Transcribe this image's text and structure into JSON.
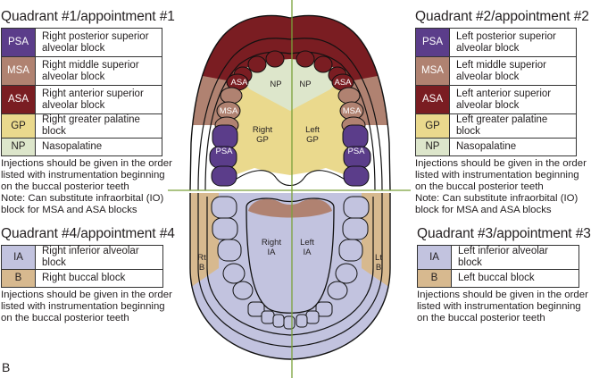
{
  "colors": {
    "PSA": "#5b3d8a",
    "MSA": "#b08271",
    "ASA": "#7a1d22",
    "GP": "#ead98d",
    "NP": "#dde6cb",
    "IA": "#c2c3df",
    "B": "#d7b98f",
    "midline": "#7aa13a"
  },
  "quadrants": [
    {
      "id": "q1",
      "title": "Quadrant #1/appointment #1",
      "rows": [
        {
          "code": "PSA",
          "label": "Right posterior superior alveolar block"
        },
        {
          "code": "MSA",
          "label": "Right middle superior alveolar block"
        },
        {
          "code": "ASA",
          "label": "Right anterior superior alveolar block"
        },
        {
          "code": "GP",
          "label": "Right greater palatine block"
        },
        {
          "code": "NP",
          "label": "Nasopalatine"
        }
      ],
      "notes": [
        "Injections should be given in the order",
        "listed with instrumentation beginning",
        "on the buccal posterior teeth",
        "Note: Can substitute infraorbital (IO)",
        "block for MSA and ASA blocks"
      ]
    },
    {
      "id": "q2",
      "title": "Quadrant #2/appointment #2",
      "rows": [
        {
          "code": "PSA",
          "label": "Left posterior superior alveolar block"
        },
        {
          "code": "MSA",
          "label": "Left middle superior alveolar block"
        },
        {
          "code": "ASA",
          "label": "Left anterior superior alveolar block"
        },
        {
          "code": "GP",
          "label": "Left greater palatine block"
        },
        {
          "code": "NP",
          "label": "Nasopalatine"
        }
      ],
      "notes": [
        "Injections should be given in the order",
        "listed with instrumentation beginning",
        "on the buccal posterior teeth",
        "Note: Can substitute infraorbital (IO)",
        "block for MSA and ASA blocks"
      ]
    },
    {
      "id": "q4",
      "title": "Quadrant #4/appointment #4",
      "rows": [
        {
          "code": "IA",
          "label": "Right inferior alveolar block"
        },
        {
          "code": "B",
          "label": "Right buccal block"
        }
      ],
      "notes": [
        "Injections should be given in the order",
        "listed with instrumentation beginning",
        "on the buccal posterior teeth"
      ]
    },
    {
      "id": "q3",
      "title": "Quadrant #3/appointment #3",
      "rows": [
        {
          "code": "IA",
          "label": "Left inferior alveolar block"
        },
        {
          "code": "B",
          "label": "Left buccal block"
        }
      ],
      "notes": [
        "Injections should be given in the order",
        "listed with instrumentation beginning",
        "on the buccal posterior teeth"
      ]
    }
  ],
  "diagram": {
    "labels": {
      "asa_right": "ASA",
      "asa_left": "ASA",
      "np_right": "NP",
      "np_left": "NP",
      "msa_right": "MSA",
      "msa_left": "MSA",
      "gp_right": [
        "Right",
        "GP"
      ],
      "gp_left": [
        "Left",
        "GP"
      ],
      "psa_right": "PSA",
      "psa_left": "PSA",
      "ia_right": [
        "Right",
        "IA"
      ],
      "ia_left": [
        "Left",
        "IA"
      ],
      "b_right": [
        "Rt",
        "B"
      ],
      "b_left": [
        "Lt",
        "B"
      ]
    }
  },
  "figure_label": "B"
}
